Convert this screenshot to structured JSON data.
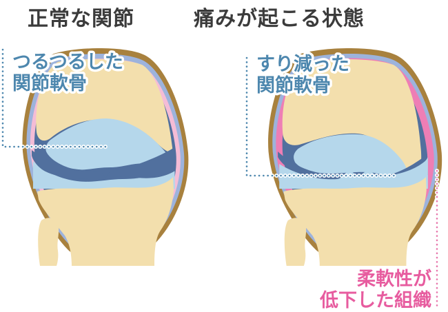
{
  "titles": {
    "left": "正常な関節",
    "right": "痛みが起こる状態"
  },
  "labels": {
    "smooth_cartilage": {
      "line1": "つるつるした",
      "line2": "関節軟骨"
    },
    "worn_cartilage": {
      "line1": "すり減った",
      "line2": "関節軟骨"
    },
    "stiff_tissue": {
      "line1": "柔軟性が",
      "line2": "低下した組織"
    }
  },
  "colors": {
    "title_text": "#3b3b3b",
    "bone": "#f3dfad",
    "capsule_rim": "#a8813e",
    "membrane": "#9db3dc",
    "synovium_normal": "#f4bcd6",
    "synovium_inflamed": "#ee7eb5",
    "cavity": "#51709e",
    "cartilage": "#b5d7eb",
    "label_blue": "#4d87ae",
    "label_pink": "#e75c9f",
    "line_blue": "#4d87ae",
    "line_pink": "#e87aae"
  }
}
